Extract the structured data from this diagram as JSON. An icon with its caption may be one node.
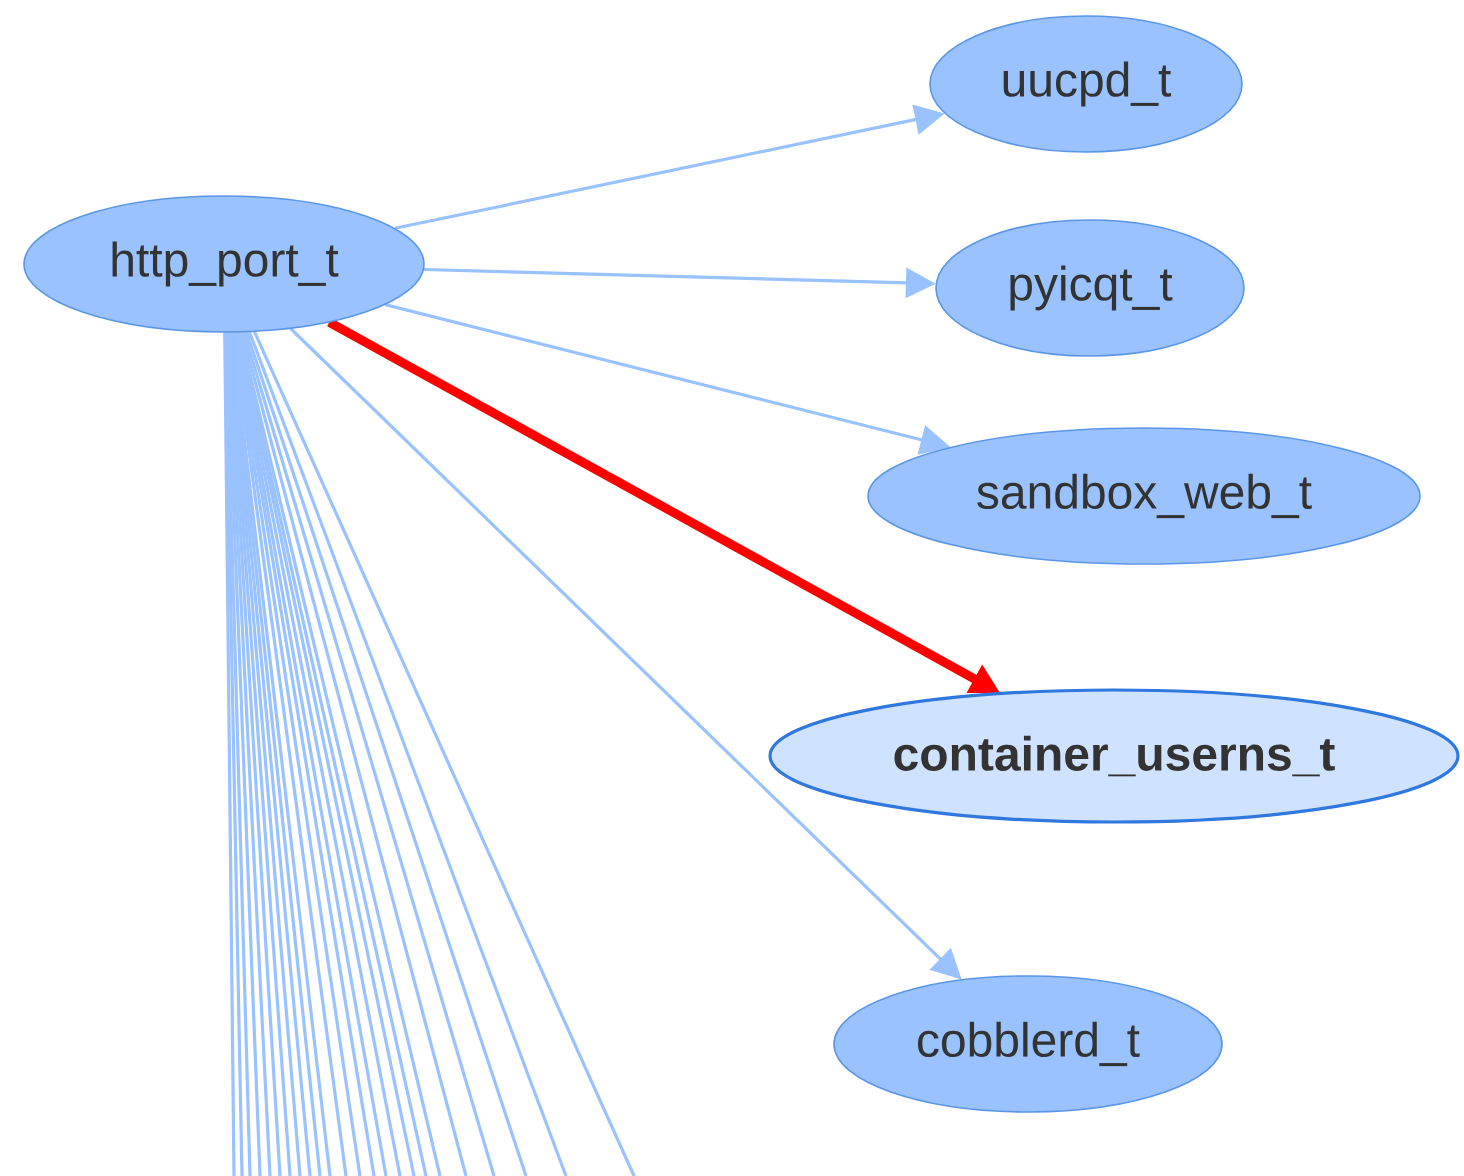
{
  "diagram": {
    "nodes": [
      {
        "text": [
          "http_port_t"
        ]
      },
      {
        "text": [
          "uucpd_t"
        ]
      },
      {
        "text": [
          "pyicqt_t"
        ]
      },
      {
        "text": [
          "sandbox_web_t"
        ]
      },
      {
        "text": [
          "container_userns_t"
        ]
      },
      {
        "text": [
          "cobblerd_t"
        ]
      }
    ],
    "edges": [
      {
        "from": 0,
        "to": 1,
        "arrow": "to"
      },
      {
        "from": 0,
        "to": 2,
        "arrow": "to"
      },
      {
        "from": 0,
        "to": 3,
        "arrow": "to"
      },
      {
        "from": 0,
        "to": 4,
        "arrow": "to",
        "style": "thick",
        "color": "#ff0000"
      },
      {
        "from": 0,
        "to": 5,
        "arrow": "to"
      },
      {
        "from": 0,
        "to": null,
        "arrow": "none"
      },
      {
        "from": 0,
        "to": null,
        "arrow": "none"
      },
      {
        "from": 0,
        "to": null,
        "arrow": "none"
      },
      {
        "from": 0,
        "to": null,
        "arrow": "none"
      },
      {
        "from": 0,
        "to": null,
        "arrow": "none"
      },
      {
        "from": 0,
        "to": null,
        "arrow": "none"
      },
      {
        "from": 0,
        "to": null,
        "arrow": "none"
      },
      {
        "from": 0,
        "to": null,
        "arrow": "none"
      },
      {
        "from": 0,
        "to": null,
        "arrow": "none"
      },
      {
        "from": 0,
        "to": null,
        "arrow": "none"
      },
      {
        "from": 0,
        "to": null,
        "arrow": "none"
      },
      {
        "from": 0,
        "to": null,
        "arrow": "none"
      },
      {
        "from": 0,
        "to": null,
        "arrow": "none"
      },
      {
        "from": 0,
        "to": null,
        "arrow": "none"
      },
      {
        "from": 0,
        "to": null,
        "arrow": "none"
      },
      {
        "from": 0,
        "to": null,
        "arrow": "none"
      },
      {
        "from": 0,
        "to": null,
        "arrow": "none"
      },
      {
        "from": 0,
        "to": null,
        "arrow": "none"
      },
      {
        "from": 0,
        "to": null,
        "arrow": "none"
      },
      {
        "from": 0,
        "to": null,
        "arrow": "none"
      },
      {
        "from": 0,
        "to": null,
        "arrow": "none"
      },
      {
        "from": 0,
        "to": null,
        "arrow": "none"
      },
      {
        "from": 0,
        "to": null,
        "arrow": "none"
      },
      {
        "from": 0,
        "to": null,
        "arrow": "none"
      }
    ]
  }
}
